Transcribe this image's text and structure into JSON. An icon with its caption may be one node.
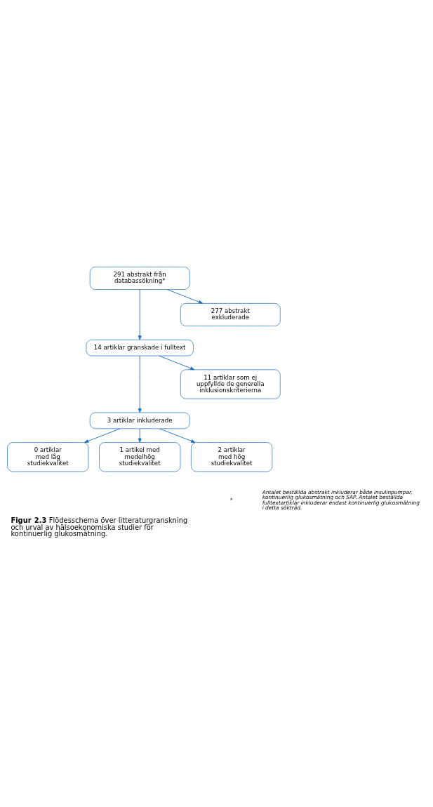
{
  "diagram": {
    "caption": "**Figur 2.3** Flödesschema över litteraturgranskning och urval av hälsoekonomiska studier för kontinuerlig glukosmätning.",
    "nodes": [
      {
        "text": [
          "291 abstrakt från databassökning*"
        ]
      },
      {
        "text": [
          "277 abstrakt exkluderade"
        ]
      },
      {
        "text": [
          "14 artiklar granskade i fulltext"
        ]
      },
      {
        "text": [
          "11 artiklar som ej uppfyllde de generella inklusionskriterierna"
        ]
      },
      {
        "text": [
          "3 artiklar inkluderade"
        ]
      },
      {
        "text": [
          "0 artiklar med låg studiekvalitet"
        ]
      },
      {
        "text": [
          "1 artikel med medelhög studiekvalitet"
        ]
      },
      {
        "text": [
          "2 artiklar med hög studiekvalitet"
        ]
      }
    ],
    "edges": [
      {
        "from": 0,
        "to": 1,
        "arrow": "to"
      },
      {
        "from": 0,
        "to": 2,
        "arrow": "to"
      },
      {
        "from": 2,
        "to": 3,
        "arrow": "to"
      },
      {
        "from": 2,
        "to": 4,
        "arrow": "to"
      },
      {
        "from": 4,
        "to": 5,
        "arrow": "to"
      },
      {
        "from": 4,
        "to": 6,
        "arrow": "to"
      },
      {
        "from": 4,
        "to": 7,
        "arrow": "to"
      }
    ],
    "labels": [
      "*",
      "Antalet beställda abstrakt inkluderar både insulinpumpar, kontinuerlig glukosmätning och SAP. Antalet beställda fulltextartiklar inkluderar endast kontinuerlig glukosmätning i detta sökträd."
    ]
  }
}
